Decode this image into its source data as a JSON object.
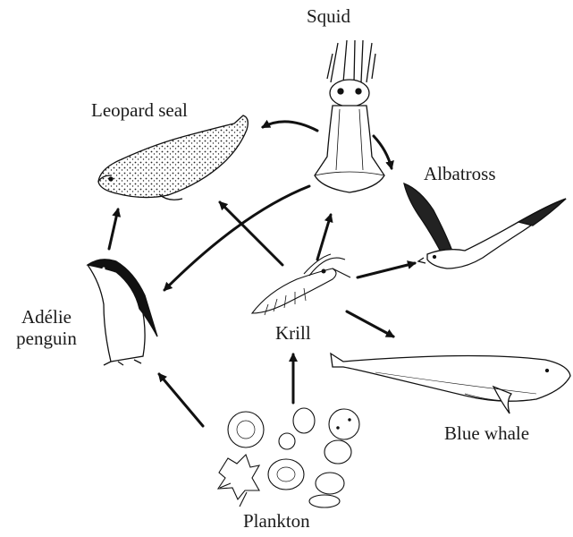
{
  "labels": {
    "squid": "Squid",
    "leopard_seal": "Leopard seal",
    "albatross": "Albatross",
    "adelie_line1": "Adélie",
    "adelie_line2": "penguin",
    "krill": "Krill",
    "blue_whale": "Blue whale",
    "plankton": "Plankton"
  },
  "links": [
    {
      "from": "Plankton",
      "to": "Krill"
    },
    {
      "from": "Plankton",
      "to": "Adélie penguin"
    },
    {
      "from": "Krill",
      "to": "Squid"
    },
    {
      "from": "Krill",
      "to": "Leopard seal"
    },
    {
      "from": "Krill",
      "to": "Albatross"
    },
    {
      "from": "Krill",
      "to": "Blue whale"
    },
    {
      "from": "Squid",
      "to": "Leopard seal"
    },
    {
      "from": "Squid",
      "to": "Albatross"
    },
    {
      "from": "Squid",
      "to": "Adélie penguin"
    },
    {
      "from": "Adélie penguin",
      "to": "Leopard seal"
    }
  ],
  "colors": {
    "ink": "#111111",
    "background": "#ffffff"
  }
}
